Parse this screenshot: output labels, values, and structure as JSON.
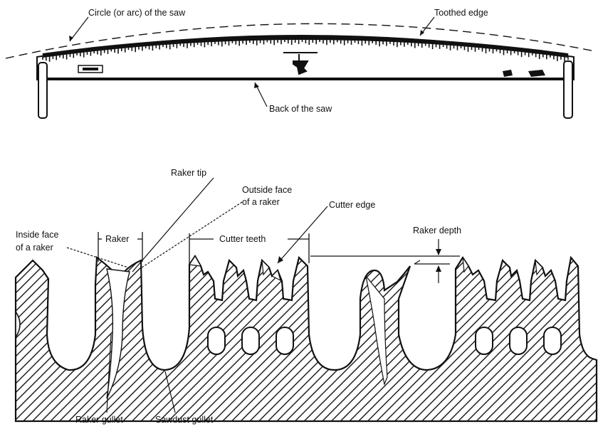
{
  "labels": {
    "circle_of_saw": "Circle (or arc) of the saw",
    "toothed_edge": "Toothed edge",
    "back_of_saw": "Back of the saw",
    "raker_tip": "Raker tip",
    "outside_face_1": "Outside face",
    "outside_face_2": "of a raker",
    "cutter_edge": "Cutter edge",
    "raker_depth": "Raker depth",
    "inside_face_1": "Inside face",
    "inside_face_2": "of a raker",
    "raker_bracket": "Raker",
    "cutter_teeth_bracket": "Cutter teeth",
    "raker_gullet": "Raker gullet",
    "sawdust_gullet": "Sawdust gullet"
  },
  "colors": {
    "ink": "#111111",
    "paper": "#ffffff"
  }
}
